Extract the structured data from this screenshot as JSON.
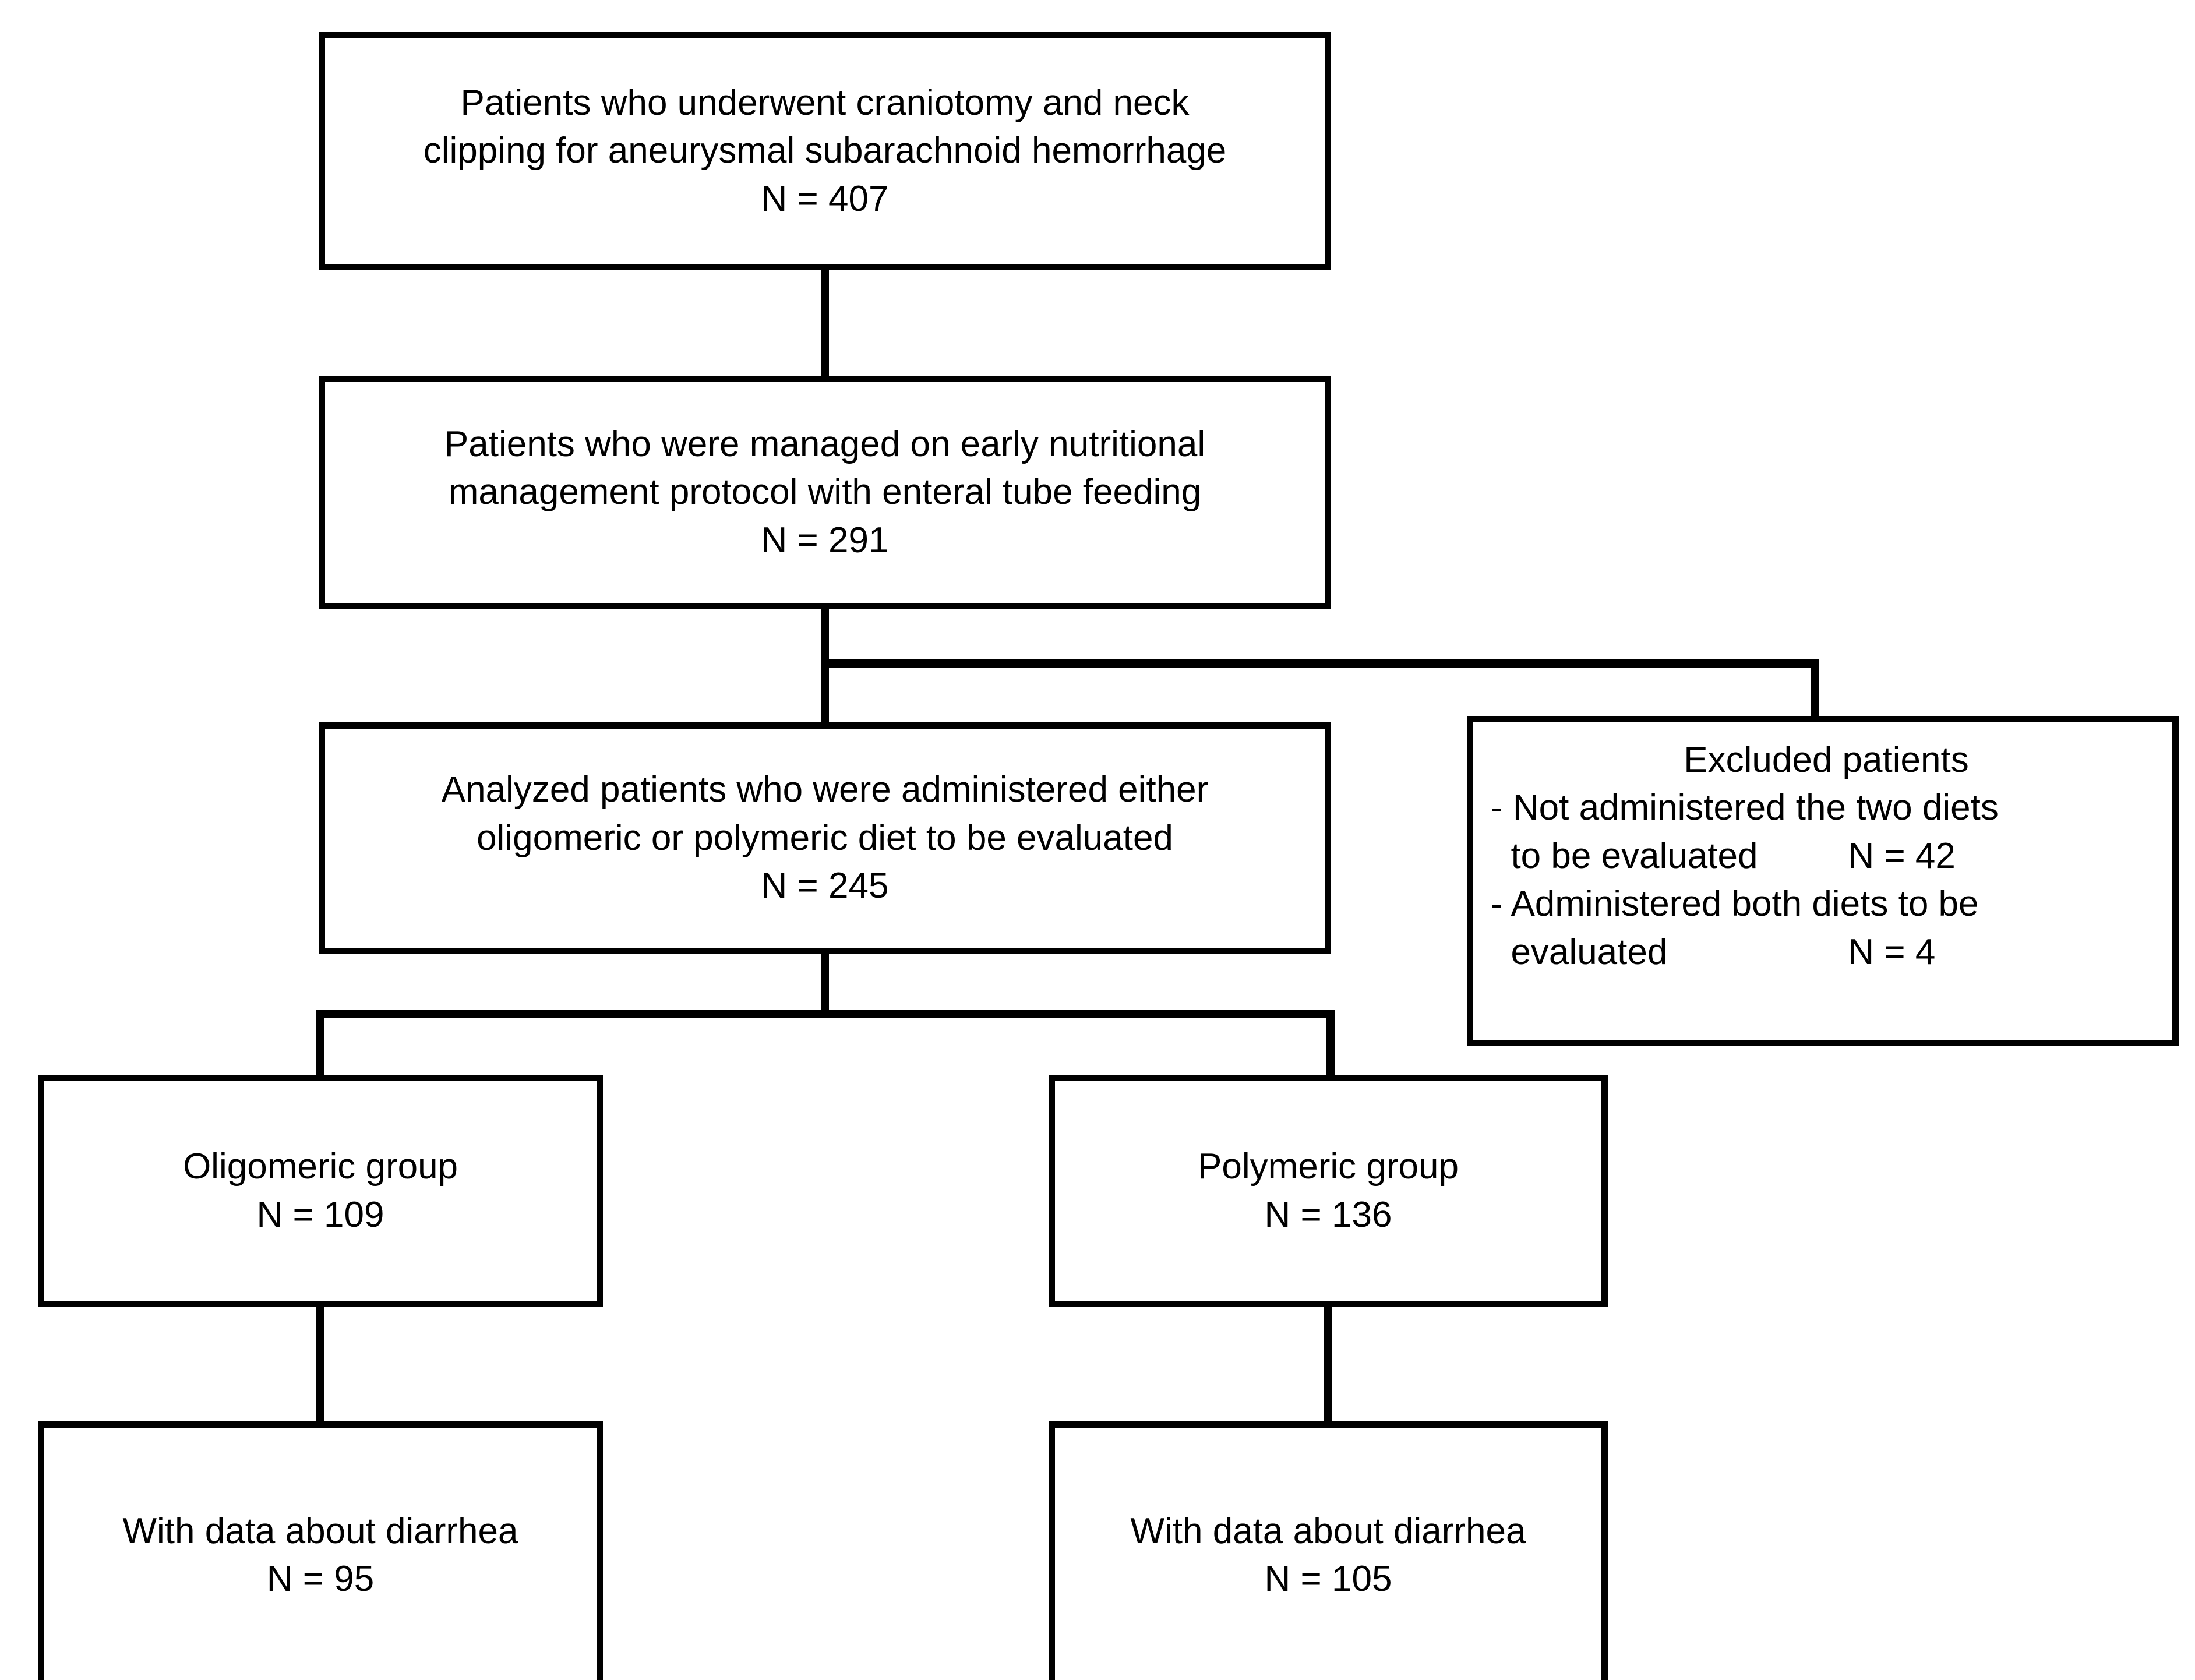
{
  "diagram": {
    "title": "Patient selection flow diagram",
    "line_color": "#000000",
    "box_fill": "#ffffff",
    "text_color": "#000000"
  },
  "nodes": {
    "screened": {
      "line1": "Patients who underwent craniotomy and neck",
      "line2": "clipping for aneurysmal subarachnoid hemorrhage",
      "count": "N = 407"
    },
    "protocol": {
      "line1": "Patients who were managed on early nutritional",
      "line2": "management protocol with enteral tube feeding",
      "count": "N = 291"
    },
    "analyzed": {
      "line1": "Analyzed patients who were administered either",
      "line2": "oligomeric or polymeric diet to be evaluated",
      "count": "N = 245"
    },
    "excluded": {
      "heading": "Excluded patients",
      "item1_line1": "- Not administered the two diets",
      "item1_line2": "  to be evaluated         N = 42",
      "item2_line1": "- Administered both diets to be",
      "item2_line2": "  evaluated                  N = 4"
    },
    "oligomeric": {
      "label": "Oligomeric group",
      "count": "N = 109"
    },
    "polymeric": {
      "label": "Polymeric group",
      "count": "N = 136"
    },
    "oligomeric_diarrhea": {
      "label": "With data about diarrhea",
      "count": "N = 95"
    },
    "polymeric_diarrhea": {
      "label": "With data about diarrhea",
      "count": "N = 105"
    }
  },
  "chart_data": {
    "type": "diagram",
    "flow": "CONSORT-style patient selection flowchart",
    "stages": [
      {
        "id": "screened",
        "label": "Patients who underwent craniotomy and neck clipping for aneurysmal subarachnoid hemorrhage",
        "n": 407
      },
      {
        "id": "protocol",
        "label": "Patients who were managed on early nutritional management protocol with enteral tube feeding",
        "n": 291
      },
      {
        "id": "analyzed",
        "label": "Analyzed patients who were administered either oligomeric or polymeric diet to be evaluated",
        "n": 245
      },
      {
        "id": "excluded_not_administered",
        "label": "Not administered the two diets to be evaluated",
        "n": 42
      },
      {
        "id": "excluded_both",
        "label": "Administered both diets to be evaluated",
        "n": 4
      },
      {
        "id": "oligomeric",
        "label": "Oligomeric group",
        "n": 109
      },
      {
        "id": "polymeric",
        "label": "Polymeric group",
        "n": 136
      },
      {
        "id": "oligomeric_diarrhea",
        "label": "With data about diarrhea",
        "n": 95
      },
      {
        "id": "polymeric_diarrhea",
        "label": "With data about diarrhea",
        "n": 105
      }
    ],
    "edges": [
      [
        "screened",
        "protocol"
      ],
      [
        "protocol",
        "analyzed"
      ],
      [
        "protocol",
        "excluded"
      ],
      [
        "analyzed",
        "oligomeric"
      ],
      [
        "analyzed",
        "polymeric"
      ],
      [
        "oligomeric",
        "oligomeric_diarrhea"
      ],
      [
        "polymeric",
        "polymeric_diarrhea"
      ]
    ]
  }
}
